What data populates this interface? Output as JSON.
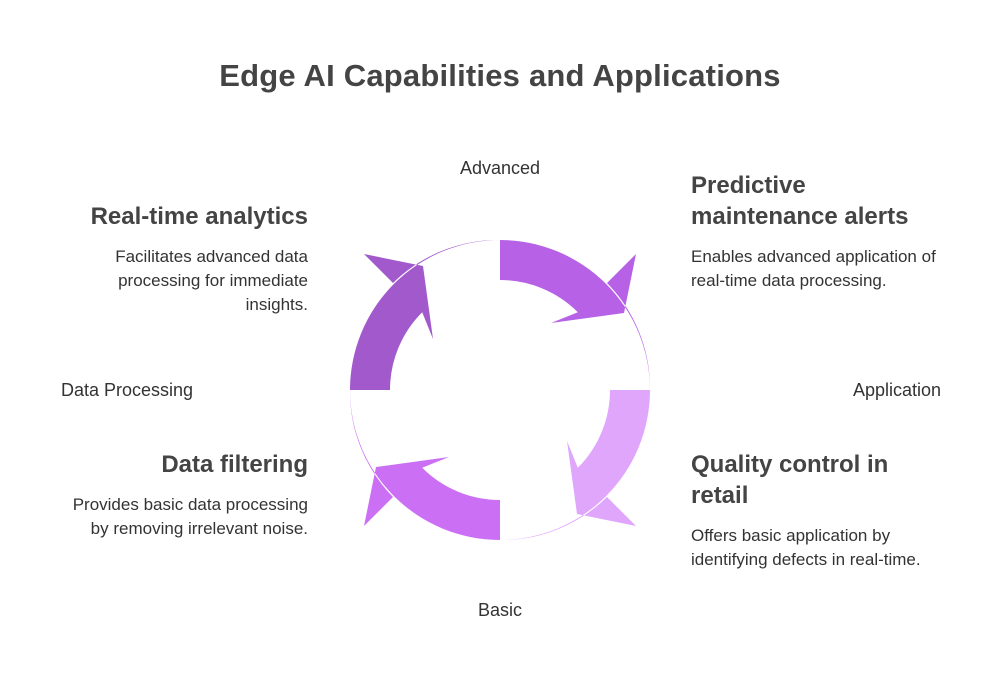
{
  "title": "Edge AI Capabilities and Applications",
  "axes": {
    "top": "Advanced",
    "bottom": "Basic",
    "left": "Data Processing",
    "right": "Application"
  },
  "quadrants": {
    "top_left": {
      "title": "Real-time analytics",
      "description": "Facilitates advanced data processing for immediate insights."
    },
    "top_right": {
      "title": "Predictive maintenance alerts",
      "description": "Enables advanced application of real-time data processing."
    },
    "bottom_left": {
      "title": "Data filtering",
      "description": "Provides basic data processing by removing irrelevant noise."
    },
    "bottom_right": {
      "title": "Quality control in retail",
      "description": "Offers basic application by identifying defects in real-time."
    }
  },
  "colors": {
    "top_left": "#a259cc",
    "top_right": "#b761e6",
    "bottom_left": "#cb70f5",
    "bottom_right": "#e0a6fb"
  }
}
